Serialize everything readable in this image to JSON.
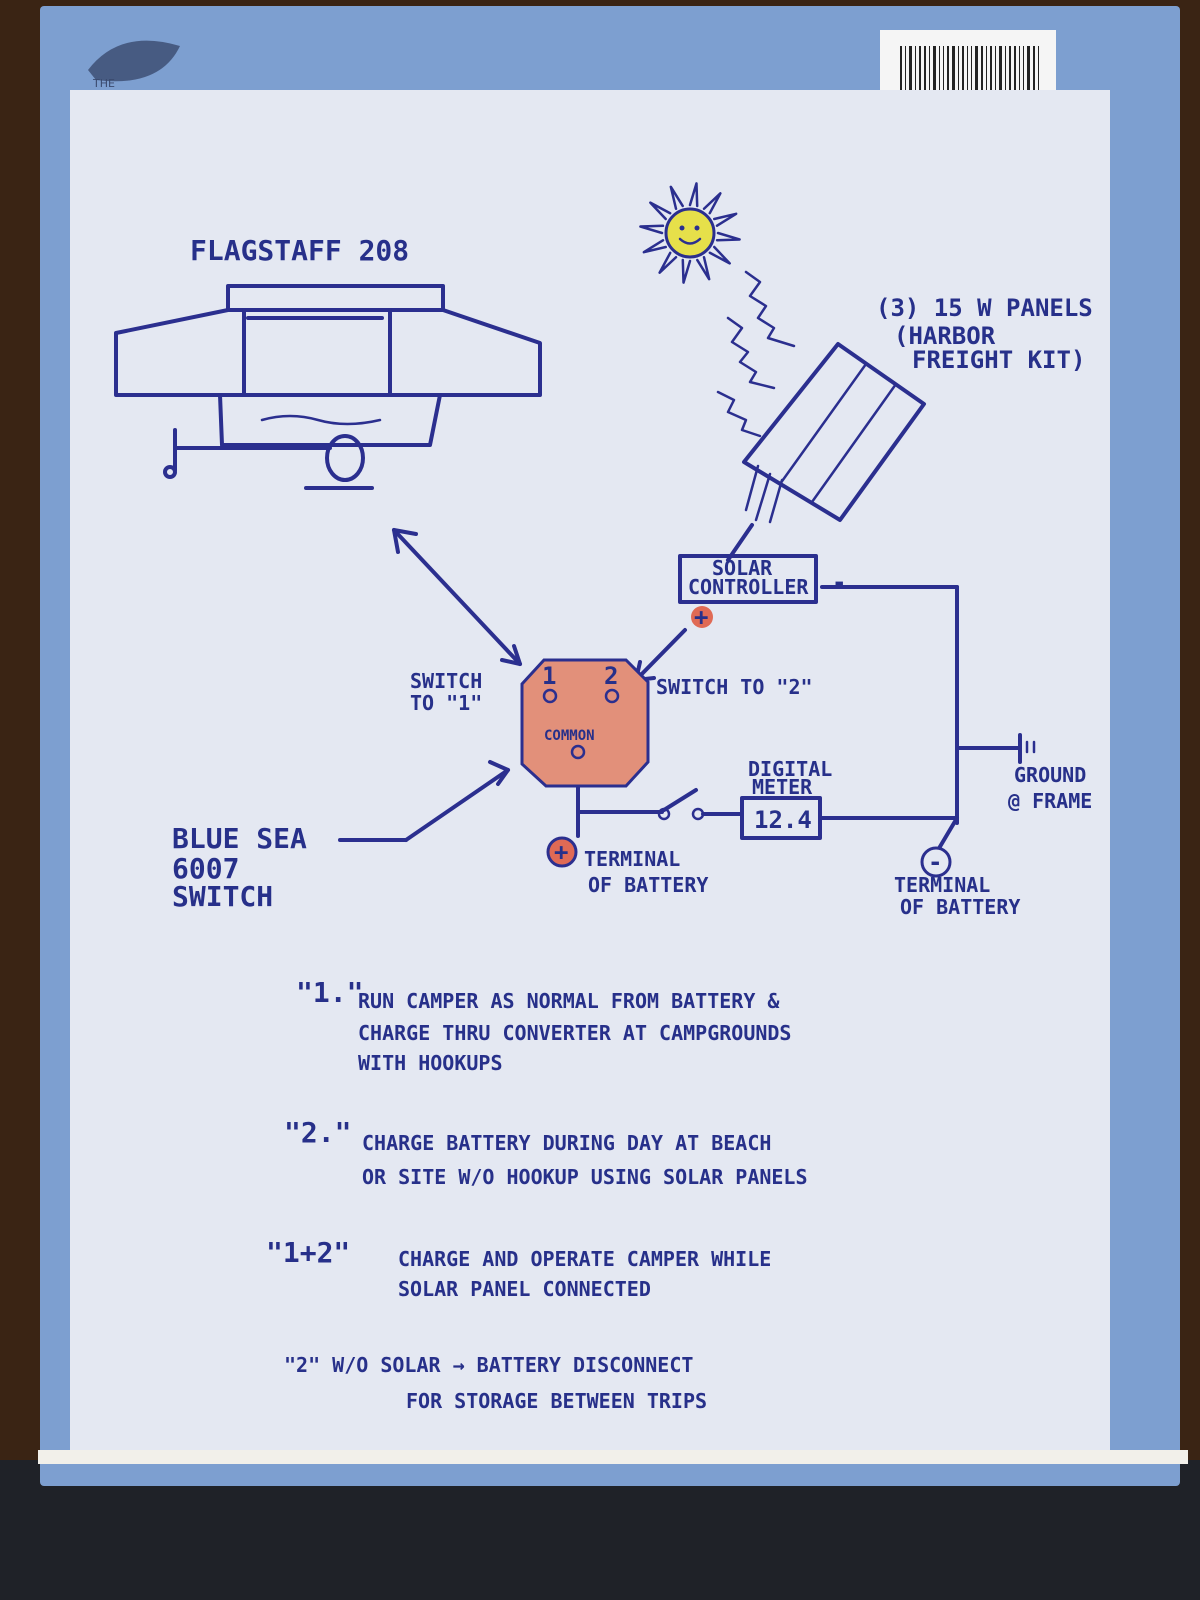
{
  "title": "FLAGSTAFF 208",
  "panels": {
    "line1": "(3) 15 W PANELS",
    "line2": "(HARBOR",
    "line3": "FREIGHT KIT)"
  },
  "controller": {
    "line1": "SOLAR",
    "line2": "CONTROLLER",
    "minus": "-",
    "plus": "+"
  },
  "switch_left": {
    "line1": "SWITCH",
    "line2": "TO \"1\""
  },
  "switch_right": "SWITCH TO \"2\"",
  "switch_box": {
    "pos1": "1",
    "pos2": "2",
    "common": "COMMON"
  },
  "blue_sea": {
    "line1": "BLUE SEA",
    "line2": "6007",
    "line3": "SWITCH"
  },
  "meter": {
    "label1": "DIGITAL",
    "label2": "METER",
    "value": "12.4"
  },
  "pos_terminal": {
    "symbol": "+",
    "line1": "TERMINAL",
    "line2": "OF BATTERY"
  },
  "neg_terminal": {
    "symbol": "-",
    "line1": "TERMINAL",
    "line2": "OF BATTERY"
  },
  "ground": {
    "line1": "GROUND",
    "line2": "@ FRAME"
  },
  "notes": [
    {
      "key": "\"1.\"",
      "lines": [
        "RUN CAMPER AS NORMAL FROM BATTERY &",
        "CHARGE THRU CONVERTER AT CAMPGROUNDS",
        "WITH HOOKUPS"
      ]
    },
    {
      "key": "\"2.\"",
      "lines": [
        "CHARGE BATTERY DURING DAY AT BEACH",
        "OR SITE W/O HOOKUP USING SOLAR PANELS"
      ]
    },
    {
      "key": "\"1+2\"",
      "lines": [
        "CHARGE AND OPERATE CAMPER WHILE",
        "SOLAR PANEL CONNECTED"
      ]
    },
    {
      "key": "\"2\" W/O SOLAR → BATTERY DISCONNECT",
      "lines": [
        "FOR STORAGE BETWEEN TRIPS"
      ]
    }
  ],
  "book": {
    "logo_text": "THE"
  },
  "colors": {
    "ink": "#2b2f8f",
    "paper": "#e4e8f2",
    "book": "#7d9fd0",
    "switch_fill": "#e2907a",
    "sun": "#e6e04a",
    "plus_fill": "#e06a55"
  }
}
